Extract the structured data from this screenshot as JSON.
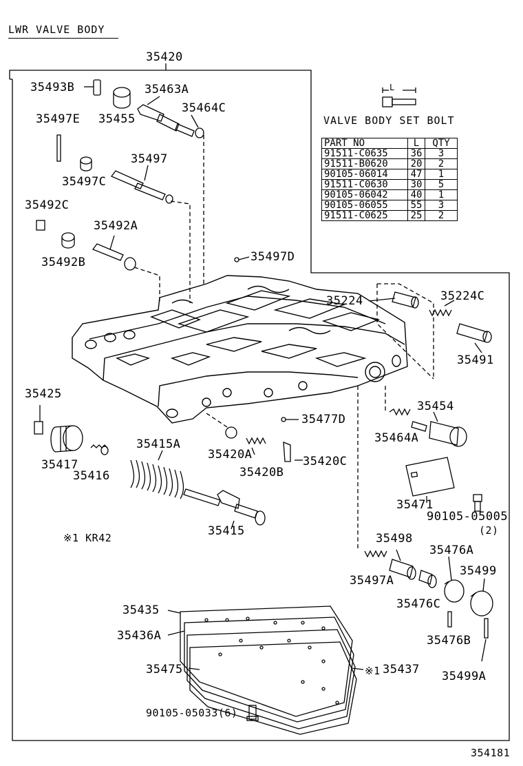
{
  "title": "LWR VALVE BODY",
  "main_part": "35420",
  "bolt_table": {
    "heading": "VALVE BODY SET BOLT",
    "dimension_label": "L",
    "columns": [
      "PART NO",
      "L",
      "QTY"
    ],
    "rows": [
      {
        "part_no": "91511-C0635",
        "l": "36",
        "qty": "3"
      },
      {
        "part_no": "91511-B0620",
        "l": "20",
        "qty": "2"
      },
      {
        "part_no": "90105-06014",
        "l": "47",
        "qty": "1"
      },
      {
        "part_no": "91511-C0630",
        "l": "30",
        "qty": "5"
      },
      {
        "part_no": "90105-06042",
        "l": "40",
        "qty": "1"
      },
      {
        "part_no": "90105-06055",
        "l": "55",
        "qty": "3"
      },
      {
        "part_no": "91511-C0625",
        "l": "25",
        "qty": "2"
      }
    ]
  },
  "parts": {
    "p35493B": "35493B",
    "p35463A": "35463A",
    "p35455": "35455",
    "p35464C": "35464C",
    "p35497E": "35497E",
    "p35497": "35497",
    "p35497C": "35497C",
    "p35492C": "35492C",
    "p35492A": "35492A",
    "p35492B": "35492B",
    "p35497D": "35497D",
    "p35224": "35224",
    "p35224C": "35224C",
    "p35491": "35491",
    "p35425": "35425",
    "p35477D": "35477D",
    "p35454": "35454",
    "p35415A": "35415A",
    "p35420A": "35420A",
    "p35420C": "35420C",
    "p35464A": "35464A",
    "p35417": "35417",
    "p35416": "35416",
    "p35420B": "35420B",
    "p35471": "35471",
    "p90105_05005": "90105-05005",
    "p90105_05005_qty": "(2)",
    "p35415": "35415",
    "p35498": "35498",
    "p35476A": "35476A",
    "p35499": "35499",
    "p35497A": "35497A",
    "p35476C": "35476C",
    "p35435": "35435",
    "p35436A": "35436A",
    "p35476B": "35476B",
    "p35475": "35475",
    "p35437": "35437",
    "p35437_mark": "※1",
    "p35499A": "35499A",
    "p90105_05033": "90105-05033(6)"
  },
  "note": "※1 KR42",
  "diagram_id": "354181"
}
